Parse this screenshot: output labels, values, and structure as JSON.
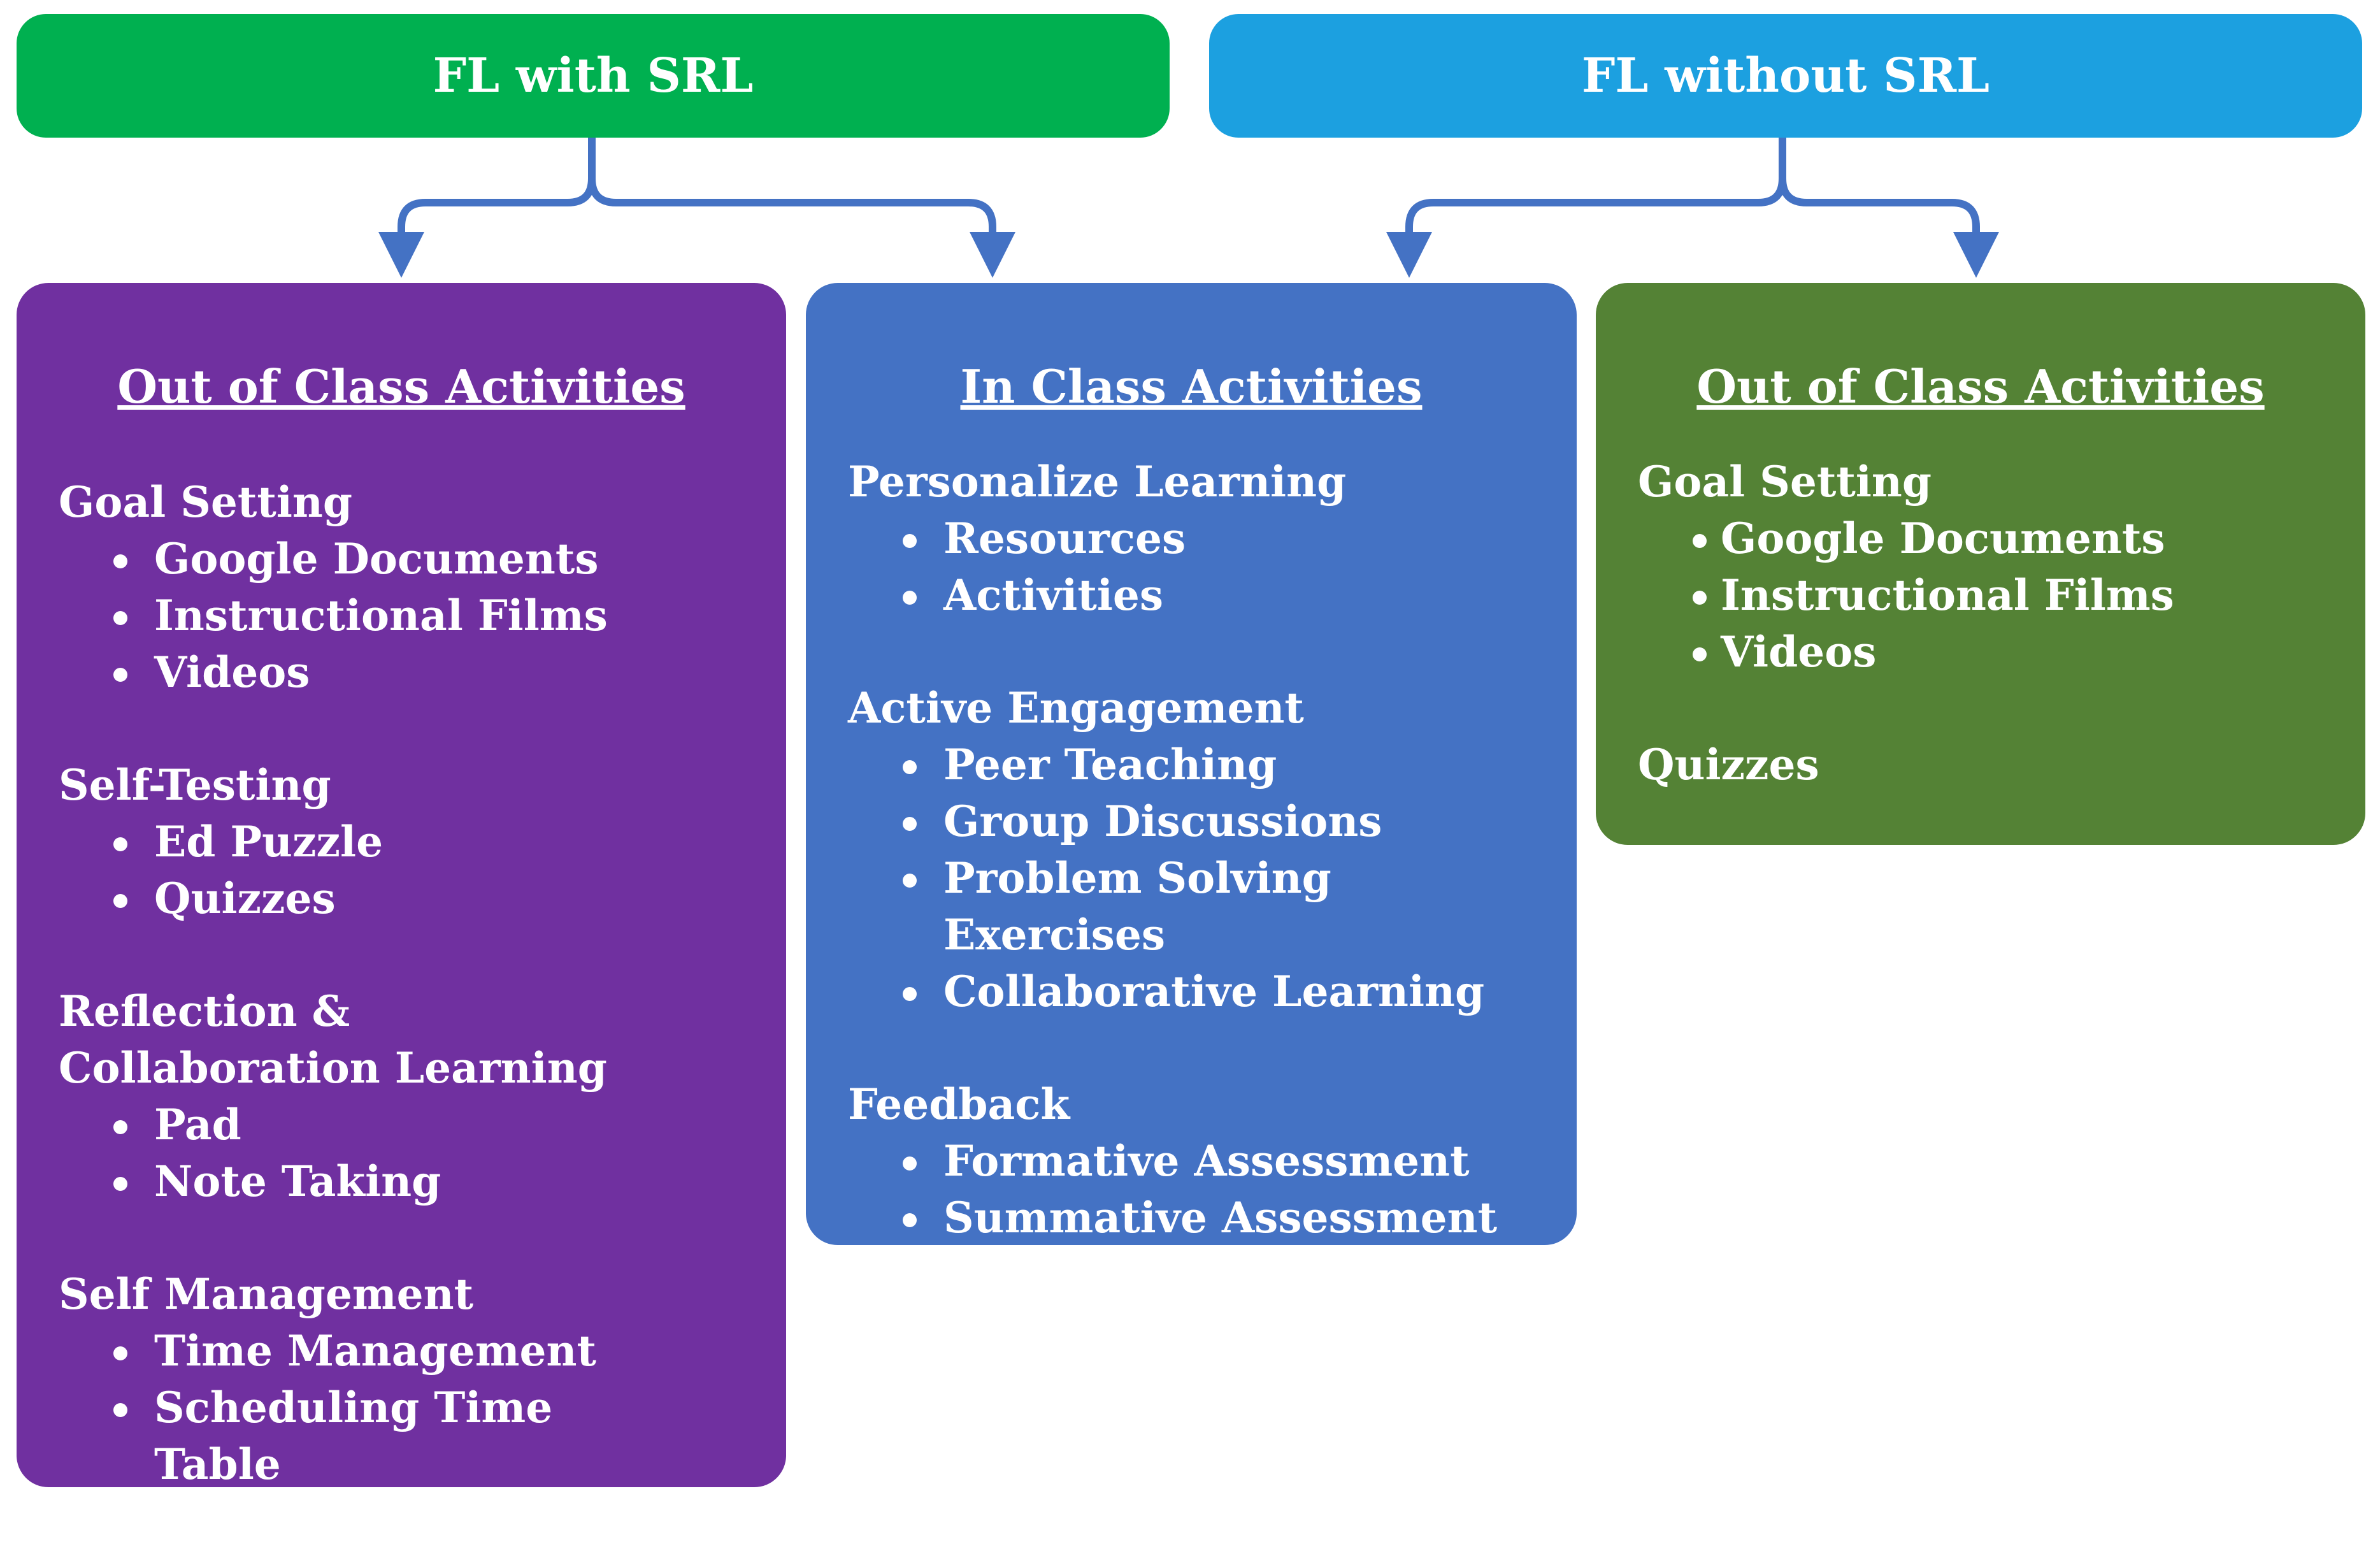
{
  "headers": {
    "with_srl": "FL with SRL",
    "without_srl": "FL without SRL"
  },
  "colors": {
    "with_srl_header": "#00b050",
    "without_srl_header": "#1ca0e0",
    "srl_out_box": "#7030a0",
    "in_class_box": "#4472c4",
    "nosrl_out_box": "#548235",
    "connector": "#4472c4"
  },
  "srl_out_of_class": {
    "title": "Out of Class Activities",
    "sections": [
      {
        "title": "Goal Setting",
        "items": [
          "Google Documents",
          "Instructional Films",
          "Videos"
        ]
      },
      {
        "title": "Self-Testing",
        "items": [
          "Ed Puzzle",
          "Quizzes"
        ]
      },
      {
        "title": "Reflection & Collaboration Learning",
        "items": [
          "Pad",
          "Note Taking"
        ]
      },
      {
        "title": "Self Management",
        "items": [
          "Time Management",
          "Scheduling Time Table"
        ]
      }
    ]
  },
  "in_class": {
    "title": "In Class Activities",
    "sections": [
      {
        "title": "Personalize Learning",
        "items": [
          "Resources",
          "Activities"
        ]
      },
      {
        "title": "Active Engagement",
        "items": [
          "Peer Teaching",
          "Group Discussions",
          "Problem Solving Exercises",
          "Collaborative Learning"
        ]
      },
      {
        "title": "Feedback",
        "items": [
          "Formative Assessment",
          "Summative Assessment"
        ]
      }
    ]
  },
  "nosrl_out_of_class": {
    "title": "Out of Class Activities",
    "sections": [
      {
        "title": "Goal Setting",
        "items": [
          "Google Documents",
          "Instructional Films",
          "Videos"
        ]
      },
      {
        "title": "Quizzes",
        "items": []
      }
    ]
  }
}
